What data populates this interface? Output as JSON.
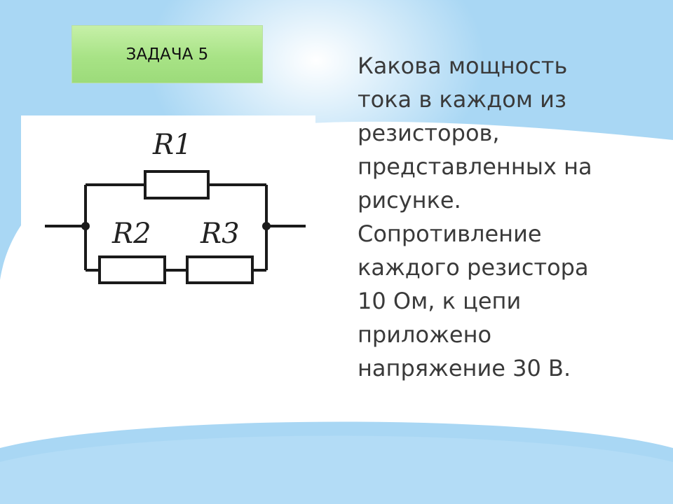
{
  "slide": {
    "title": "ЗАДАЧА 5",
    "text": "Какова мощность\nтока в каждом из\nрезисторов,\nпредставленных на\nрисунке.\nСопротивление\nкаждого резистора\n10 Ом, к цепи\nприложено\nнапряжение 30 В."
  },
  "circuit": {
    "labels": {
      "r1": "R1",
      "r2": "R2",
      "r3": "R3"
    }
  },
  "colors": {
    "background_blue": "#a9d7f4",
    "title_green": "#a8e386",
    "wire": "#1a1a1a"
  }
}
